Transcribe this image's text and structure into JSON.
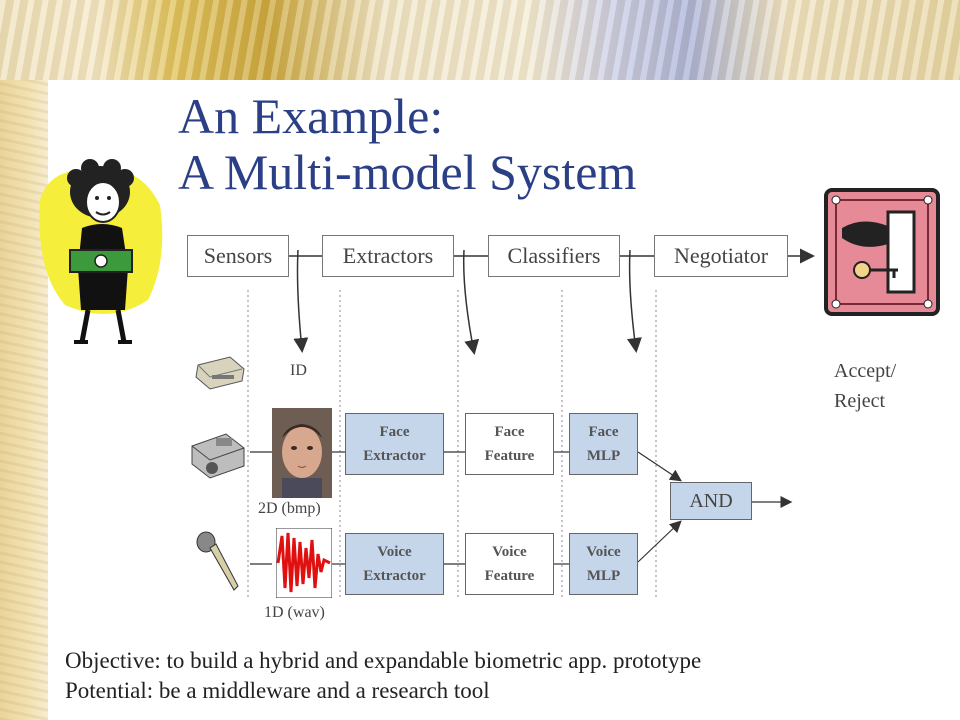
{
  "slide": {
    "title_line1": "An Example:",
    "title_line2": "A Multi-model System"
  },
  "pipeline": {
    "stages": [
      "Sensors",
      "Extractors",
      "Classifiers",
      "Negotiator"
    ]
  },
  "labels": {
    "id": "ID",
    "face_input": "2D (bmp)",
    "voice_input": "1D (wav)",
    "accept_line1": "Accept/",
    "accept_line2": "Reject"
  },
  "face_row": {
    "extractor_line1": "Face",
    "extractor_line2": "Extractor",
    "feature_line1": "Face",
    "feature_line2": "Feature",
    "mlp_line1": "Face",
    "mlp_line2": "MLP"
  },
  "voice_row": {
    "extractor_line1": "Voice",
    "extractor_line2": "Extractor",
    "feature_line1": "Voice",
    "feature_line2": "Feature",
    "mlp_line1": "Voice",
    "mlp_line2": "MLP"
  },
  "fusion": {
    "label": "AND"
  },
  "notes": {
    "objective": "Objective: to build a hybrid and expandable biometric app. prototype",
    "potential": "Potential: be a middleware and a research tool"
  },
  "colors": {
    "title": "#2b3f87",
    "box_fill": "#c5d5ea",
    "door_fill": "#e58a96",
    "woman_blob": "#f5ee3b"
  },
  "icons": [
    "woman-with-money-clipart",
    "door-key-clipart",
    "card-reader-icon",
    "scanner-icon",
    "microphone-icon",
    "face-photo",
    "waveform-image"
  ]
}
